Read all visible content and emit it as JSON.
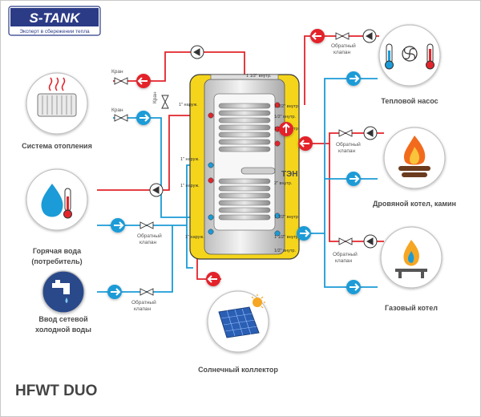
{
  "brand": {
    "logo_text": "S-TANK",
    "tagline": "Эксперт в сбережении тепла",
    "colors": {
      "navy": "#2b3b86",
      "red": "#e3242b",
      "blue": "#1b9bd7",
      "yellow": "#f5d51b"
    }
  },
  "model": "HFWT DUO",
  "labels": {
    "heating": "Система отопления",
    "hot_water_1": "Горячая вода",
    "hot_water_2": "(потребитель)",
    "cold_water_1": "Ввод  сетевой",
    "cold_water_2": "холодной воды",
    "solar": "Солнечный коллектор",
    "heat_pump": "Тепловой насос",
    "wood_boiler": "Дровяной котел, камин",
    "gas_boiler": "Газовый котел"
  },
  "valves": {
    "kran": "Кран",
    "check_1": "Обратный",
    "check_2": "клапан"
  },
  "tank": {
    "ten": "ТЭН",
    "ports": {
      "p1": "1 1/2\" внутр.",
      "p2": "1\" наруж.",
      "p3": "1 1/2\" внутр.",
      "p4": "1/2\" внутр.",
      "p5": "1 1/2\" внутр.",
      "p6": "1\" наруж.",
      "p7": "1\" наруж.",
      "p8": "2\" внутр.",
      "p9": "1 1/2\" внутр.",
      "p10": "1\" наруж.",
      "p11": "1 1/2\" внутр.",
      "p12": "1/2\" внутр."
    }
  },
  "icons": {
    "radiator": "radiator-icon",
    "hot_drop": "hot-water-drop-icon",
    "tap": "water-tap-icon",
    "solar": "solar-panel-icon",
    "heat_pump": "heat-pump-icon",
    "fire": "wood-fire-icon",
    "gas": "gas-flame-icon",
    "pump": "circulation-pump-icon",
    "arrow": "flow-arrow-icon"
  }
}
